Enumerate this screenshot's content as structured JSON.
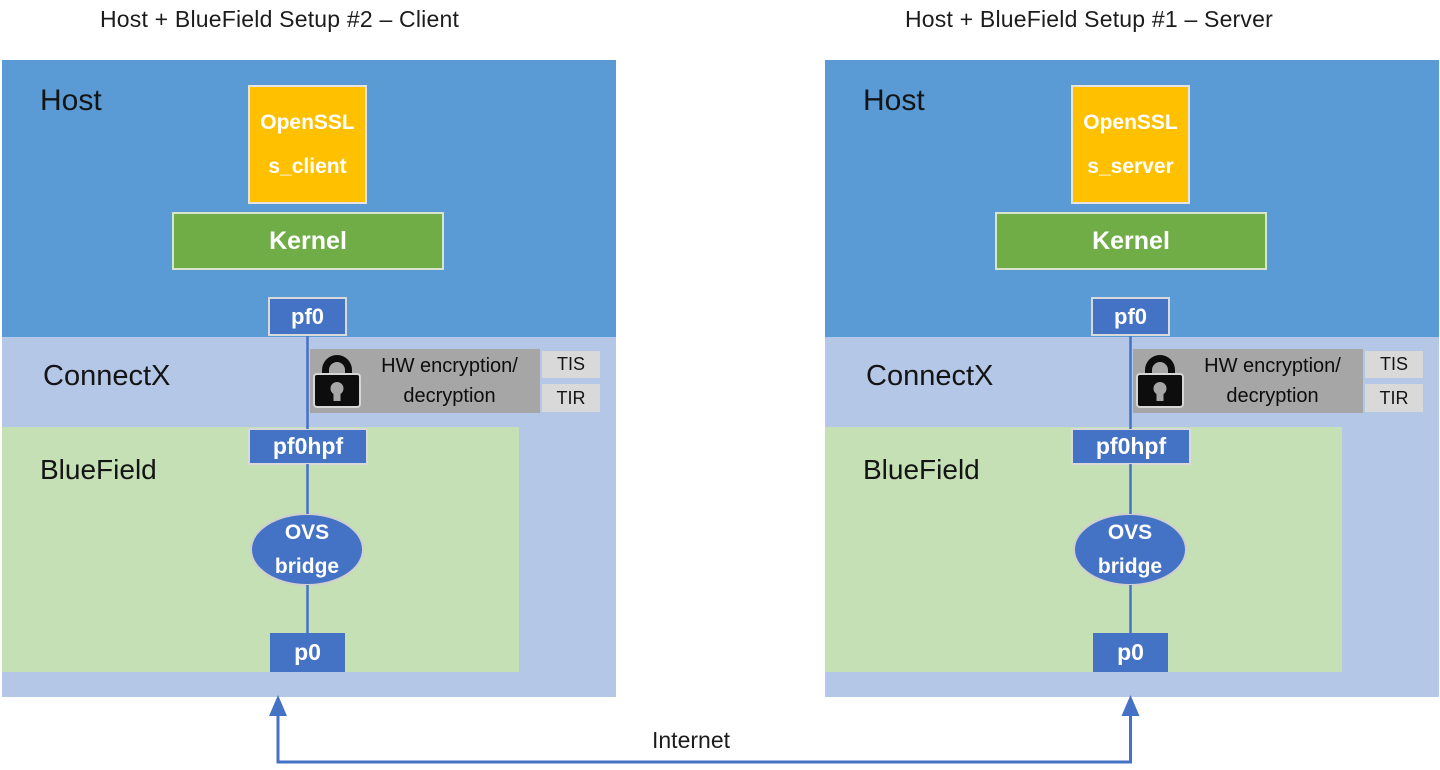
{
  "colors": {
    "host_blue": "#5B9BD5",
    "connectx_periwinkle": "#B4C7E7",
    "bluefield_green": "#C5E0B4",
    "badge_blue": "#4472C4",
    "kernel_green": "#70AD47",
    "openssl_yellow": "#FFC000",
    "hw_box_gray": "#A6A6A6",
    "tag_gray": "#D9D9D9",
    "line_blue": "#4472C4"
  },
  "panels": [
    {
      "title": "Host + BlueField Setup #2 – Client",
      "host_label": "Host",
      "openssl": {
        "line1": "OpenSSL",
        "line2": "s_client"
      },
      "kernel_label": "Kernel",
      "pf0_label": "pf0",
      "connectx_label": "ConnectX",
      "hw_block": {
        "icon": "lock-icon",
        "line1": "HW encryption/",
        "line2": "decryption"
      },
      "tis_label": "TIS",
      "tir_label": "TIR",
      "bluefield_label": "BlueField",
      "pf0hpf_label": "pf0hpf",
      "ovs": {
        "line1": "OVS",
        "line2": "bridge"
      },
      "p0_label": "p0"
    },
    {
      "title": "Host + BlueField Setup #1 – Server",
      "host_label": "Host",
      "openssl": {
        "line1": "OpenSSL",
        "line2": "s_server"
      },
      "kernel_label": "Kernel",
      "pf0_label": "pf0",
      "connectx_label": "ConnectX",
      "hw_block": {
        "icon": "lock-icon",
        "line1": "HW encryption/",
        "line2": "decryption"
      },
      "tis_label": "TIS",
      "tir_label": "TIR",
      "bluefield_label": "BlueField",
      "pf0hpf_label": "pf0hpf",
      "ovs": {
        "line1": "OVS",
        "line2": "bridge"
      },
      "p0_label": "p0"
    }
  ],
  "internet_label": "Internet"
}
